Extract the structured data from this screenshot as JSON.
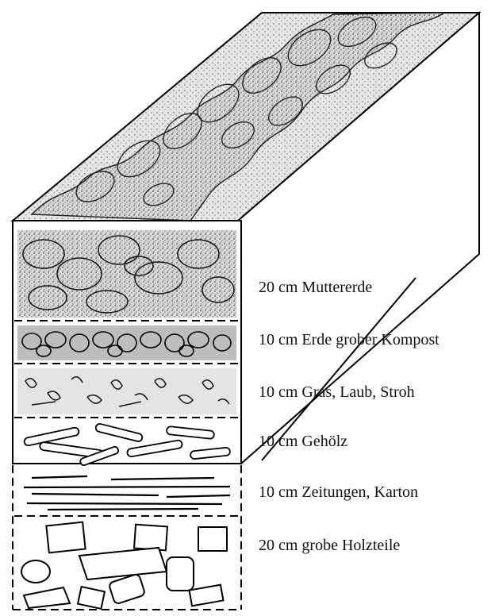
{
  "layers": [
    {
      "label": "20 cm Muttererde"
    },
    {
      "label": "10 cm Erde grober Kompost"
    },
    {
      "label": "10 cm Gras, Laub, Stroh"
    },
    {
      "label": "10 cm Gehölz"
    },
    {
      "label": "10 cm Zeitungen, Karton"
    },
    {
      "label": "20 cm grobe Holzteile"
    }
  ]
}
